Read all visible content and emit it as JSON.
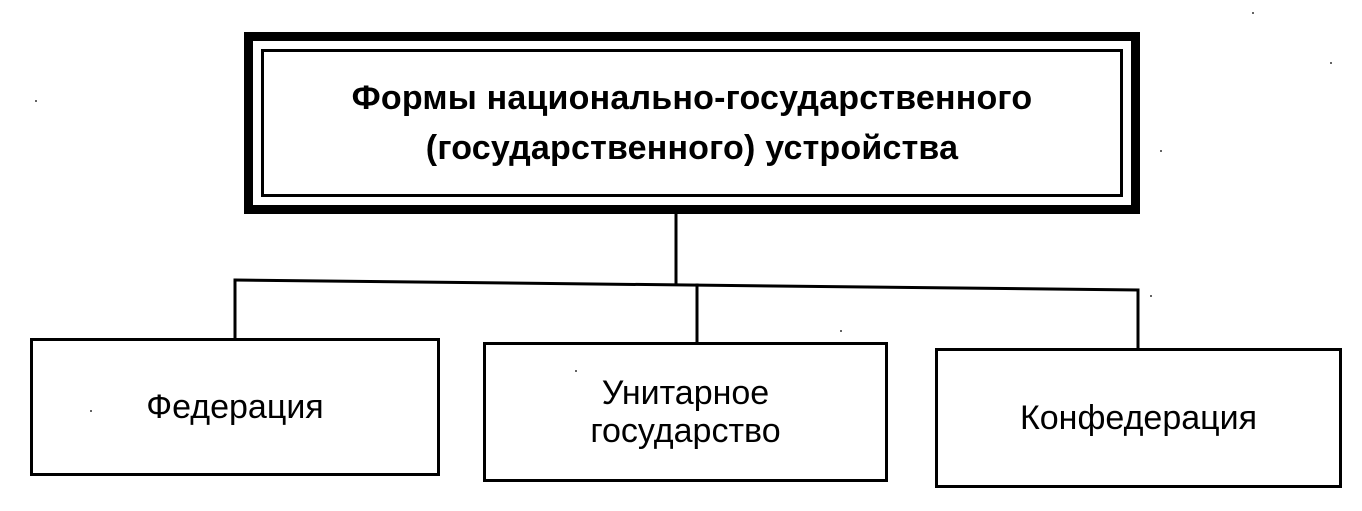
{
  "diagram": {
    "root": {
      "line1": "Формы национально-государственного",
      "line2": "(государственного) устройства"
    },
    "children": [
      {
        "label": "Федерация"
      },
      {
        "label": "Унитарное\nгосударство"
      },
      {
        "label": "Конфедерация"
      }
    ]
  },
  "colors": {
    "stroke": "#000000",
    "background": "#ffffff"
  }
}
